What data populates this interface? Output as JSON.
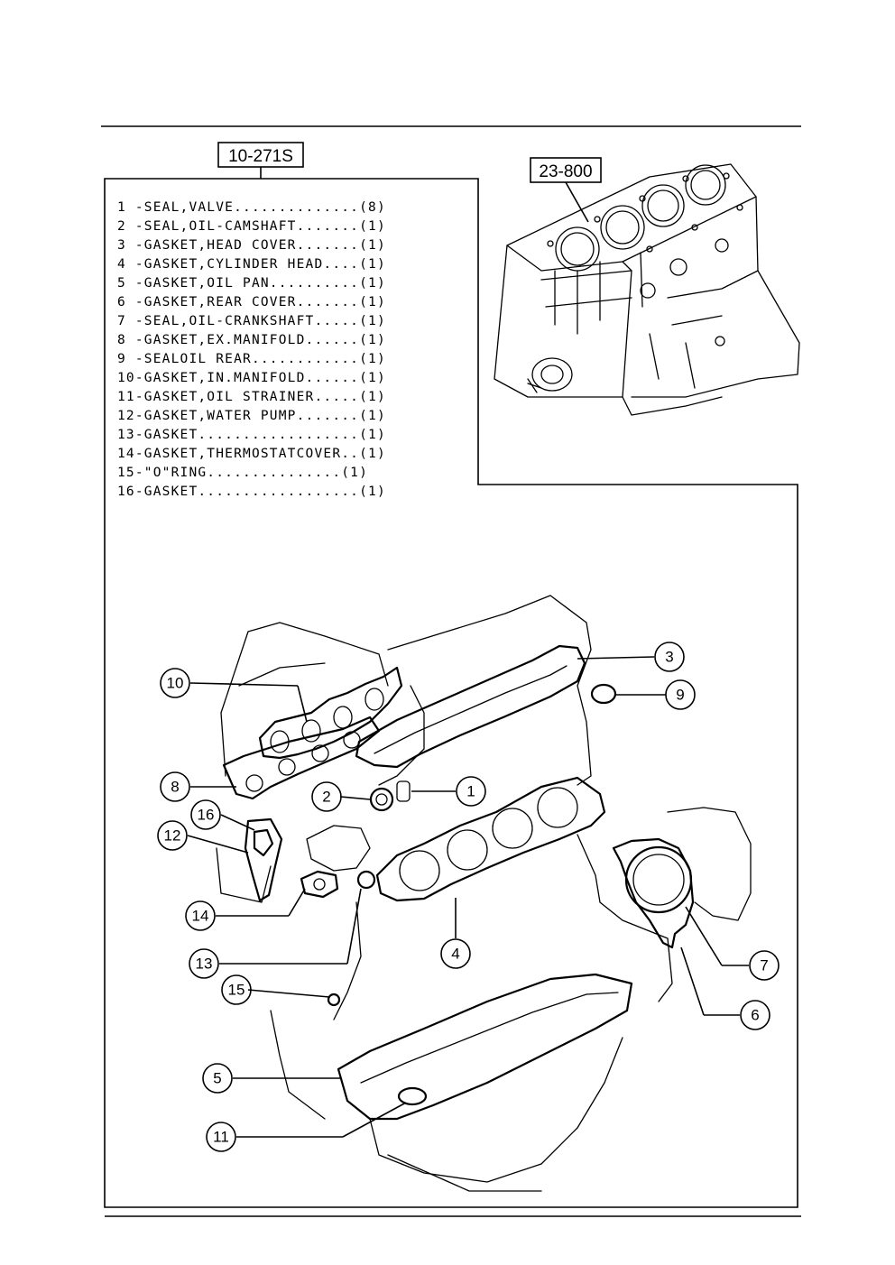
{
  "kit": {
    "part_number": "10-271S",
    "items": [
      "1 -SEAL,VALVE..............(8)",
      "2 -SEAL,OIL-CAMSHAFT.......(1)",
      "3 -GASKET,HEAD COVER.......(1)",
      "4 -GASKET,CYLINDER HEAD....(1)",
      "5 -GASKET,OIL PAN..........(1)",
      "6 -GASKET,REAR COVER.......(1)",
      "7 -SEAL,OIL-CRANKSHAFT.....(1)",
      "8 -GASKET,EX.MANIFOLD......(1)",
      "9 -SEALOIL REAR............(1)",
      "10-GASKET,IN.MANIFOLD......(1)",
      "11-GASKET,OIL STRAINER.....(1)",
      "12-GASKET,WATER PUMP.......(1)",
      "13-GASKET..................(1)",
      "14-GASKET,THERMOSTATCOVER..(1)",
      "15-\"O\"RING...............(1)",
      "16-GASKET..................(1)"
    ]
  },
  "engine_block": {
    "part_number": "23-800"
  },
  "callouts": [
    "1",
    "2",
    "3",
    "4",
    "5",
    "6",
    "7",
    "8",
    "9",
    "10",
    "11",
    "12",
    "13",
    "14",
    "15",
    "16"
  ]
}
